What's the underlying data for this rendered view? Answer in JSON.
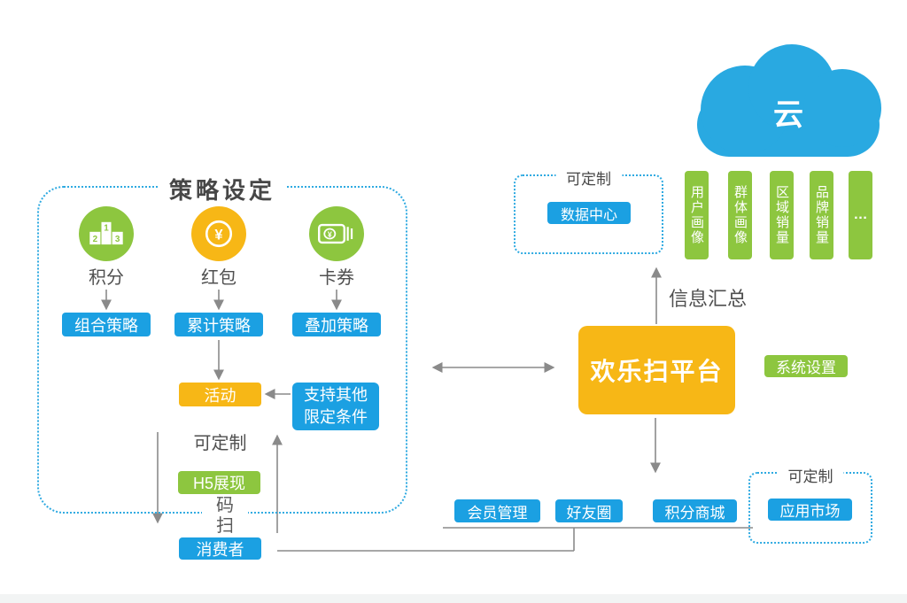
{
  "colors": {
    "blue": "#1ba0e2",
    "green": "#8dc63f",
    "orange": "#f7b716",
    "dashed_border": "#2faae1",
    "line_gray": "#8a8a8a",
    "text_gray": "#4f4f4f"
  },
  "cloud": {
    "label": "云"
  },
  "strategy_panel": {
    "title": "策略设定",
    "columns": [
      {
        "icon": "podium-icon",
        "label": "积分",
        "strategy": "组合策略"
      },
      {
        "icon": "coin-yen-icon",
        "label": "红包",
        "strategy": "累计策略"
      },
      {
        "icon": "voucher-icon",
        "label": "卡券",
        "strategy": "叠加策略"
      }
    ],
    "podium_numbers": [
      "1",
      "2",
      "3"
    ],
    "yen_symbol": "¥",
    "activity": "活动",
    "support_line1": "支持其他",
    "support_line2": "限定条件",
    "customizable": "可定制",
    "h5": "H5展现",
    "scan_char1": "码",
    "scan_char2": "扫",
    "consumer": "消费者"
  },
  "data_center_panel": {
    "title": "可定制",
    "box": "数据中心"
  },
  "reports": [
    "用户画像",
    "群体画像",
    "区域销量",
    "品牌销量",
    "…"
  ],
  "info_summary": "信息汇总",
  "platform": "欢乐扫平台",
  "system_settings": "系统设置",
  "services": [
    "会员管理",
    "好友圈",
    "积分商城"
  ],
  "app_market_panel": {
    "title": "可定制",
    "box": "应用市场"
  }
}
